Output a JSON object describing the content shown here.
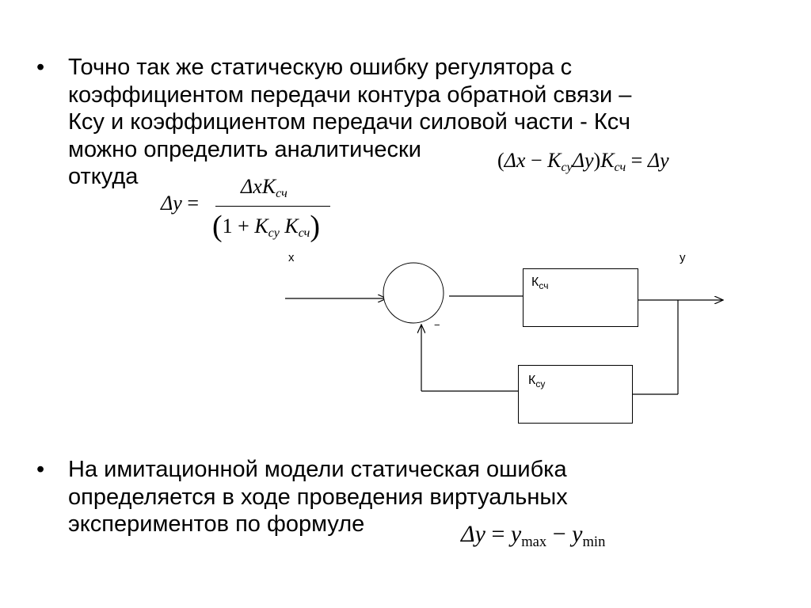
{
  "bullet1": {
    "lines": [
      "Точно так же статическую ошибку регулятора с",
      "коэффициентом передачи контура обратной связи –",
      "Ксу и коэффициентом передачи силовой части - Ксч",
      "можно определить аналитически",
      "откуда"
    ]
  },
  "bullet2": {
    "lines": [
      "На имитационной модели статическая ошибка",
      "определяется в ходе проведения виртуальных",
      "экспериментов по формуле"
    ]
  },
  "bullet_symbol": "•",
  "formula1": {
    "open": "(",
    "dx": "Δx",
    "minus": "−",
    "K": "K",
    "sub_su": "су",
    "dy": "Δy",
    "close": ")",
    "sub_sch": "сч",
    "eq": "=",
    "rhs": "Δy"
  },
  "formula2": {
    "lhs": "Δy",
    "eq": "=",
    "num_dx": "Δx",
    "num_K": "K",
    "num_sub": "сч",
    "den_one": "1",
    "den_plus": "+",
    "den_K1": "K",
    "den_sub1": "су",
    "den_K2": "K",
    "den_sub2": "сч"
  },
  "formula3": {
    "lhs": "Δy",
    "eq": "=",
    "y": "y",
    "max": "max",
    "minus": "−",
    "min": "min"
  },
  "diagram": {
    "input_label": "x",
    "output_label": "y",
    "minus_sign": "−",
    "block1": {
      "main": "К",
      "sub": "сч"
    },
    "block2": {
      "main": "К",
      "sub": "су"
    }
  }
}
